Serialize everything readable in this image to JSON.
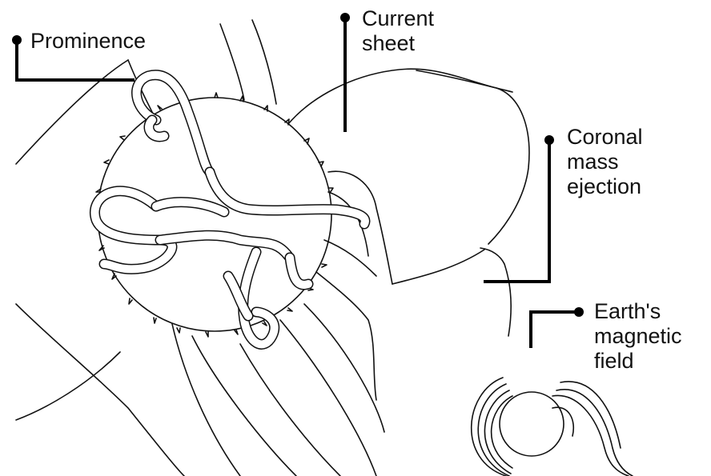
{
  "labels": {
    "prominence": "Prominence",
    "current_sheet": "Current sheet",
    "cme": "Coronal mass ejection",
    "earth_field": "Earth's magnetic field"
  },
  "colors": {
    "line": "#111111",
    "background": "#ffffff"
  }
}
